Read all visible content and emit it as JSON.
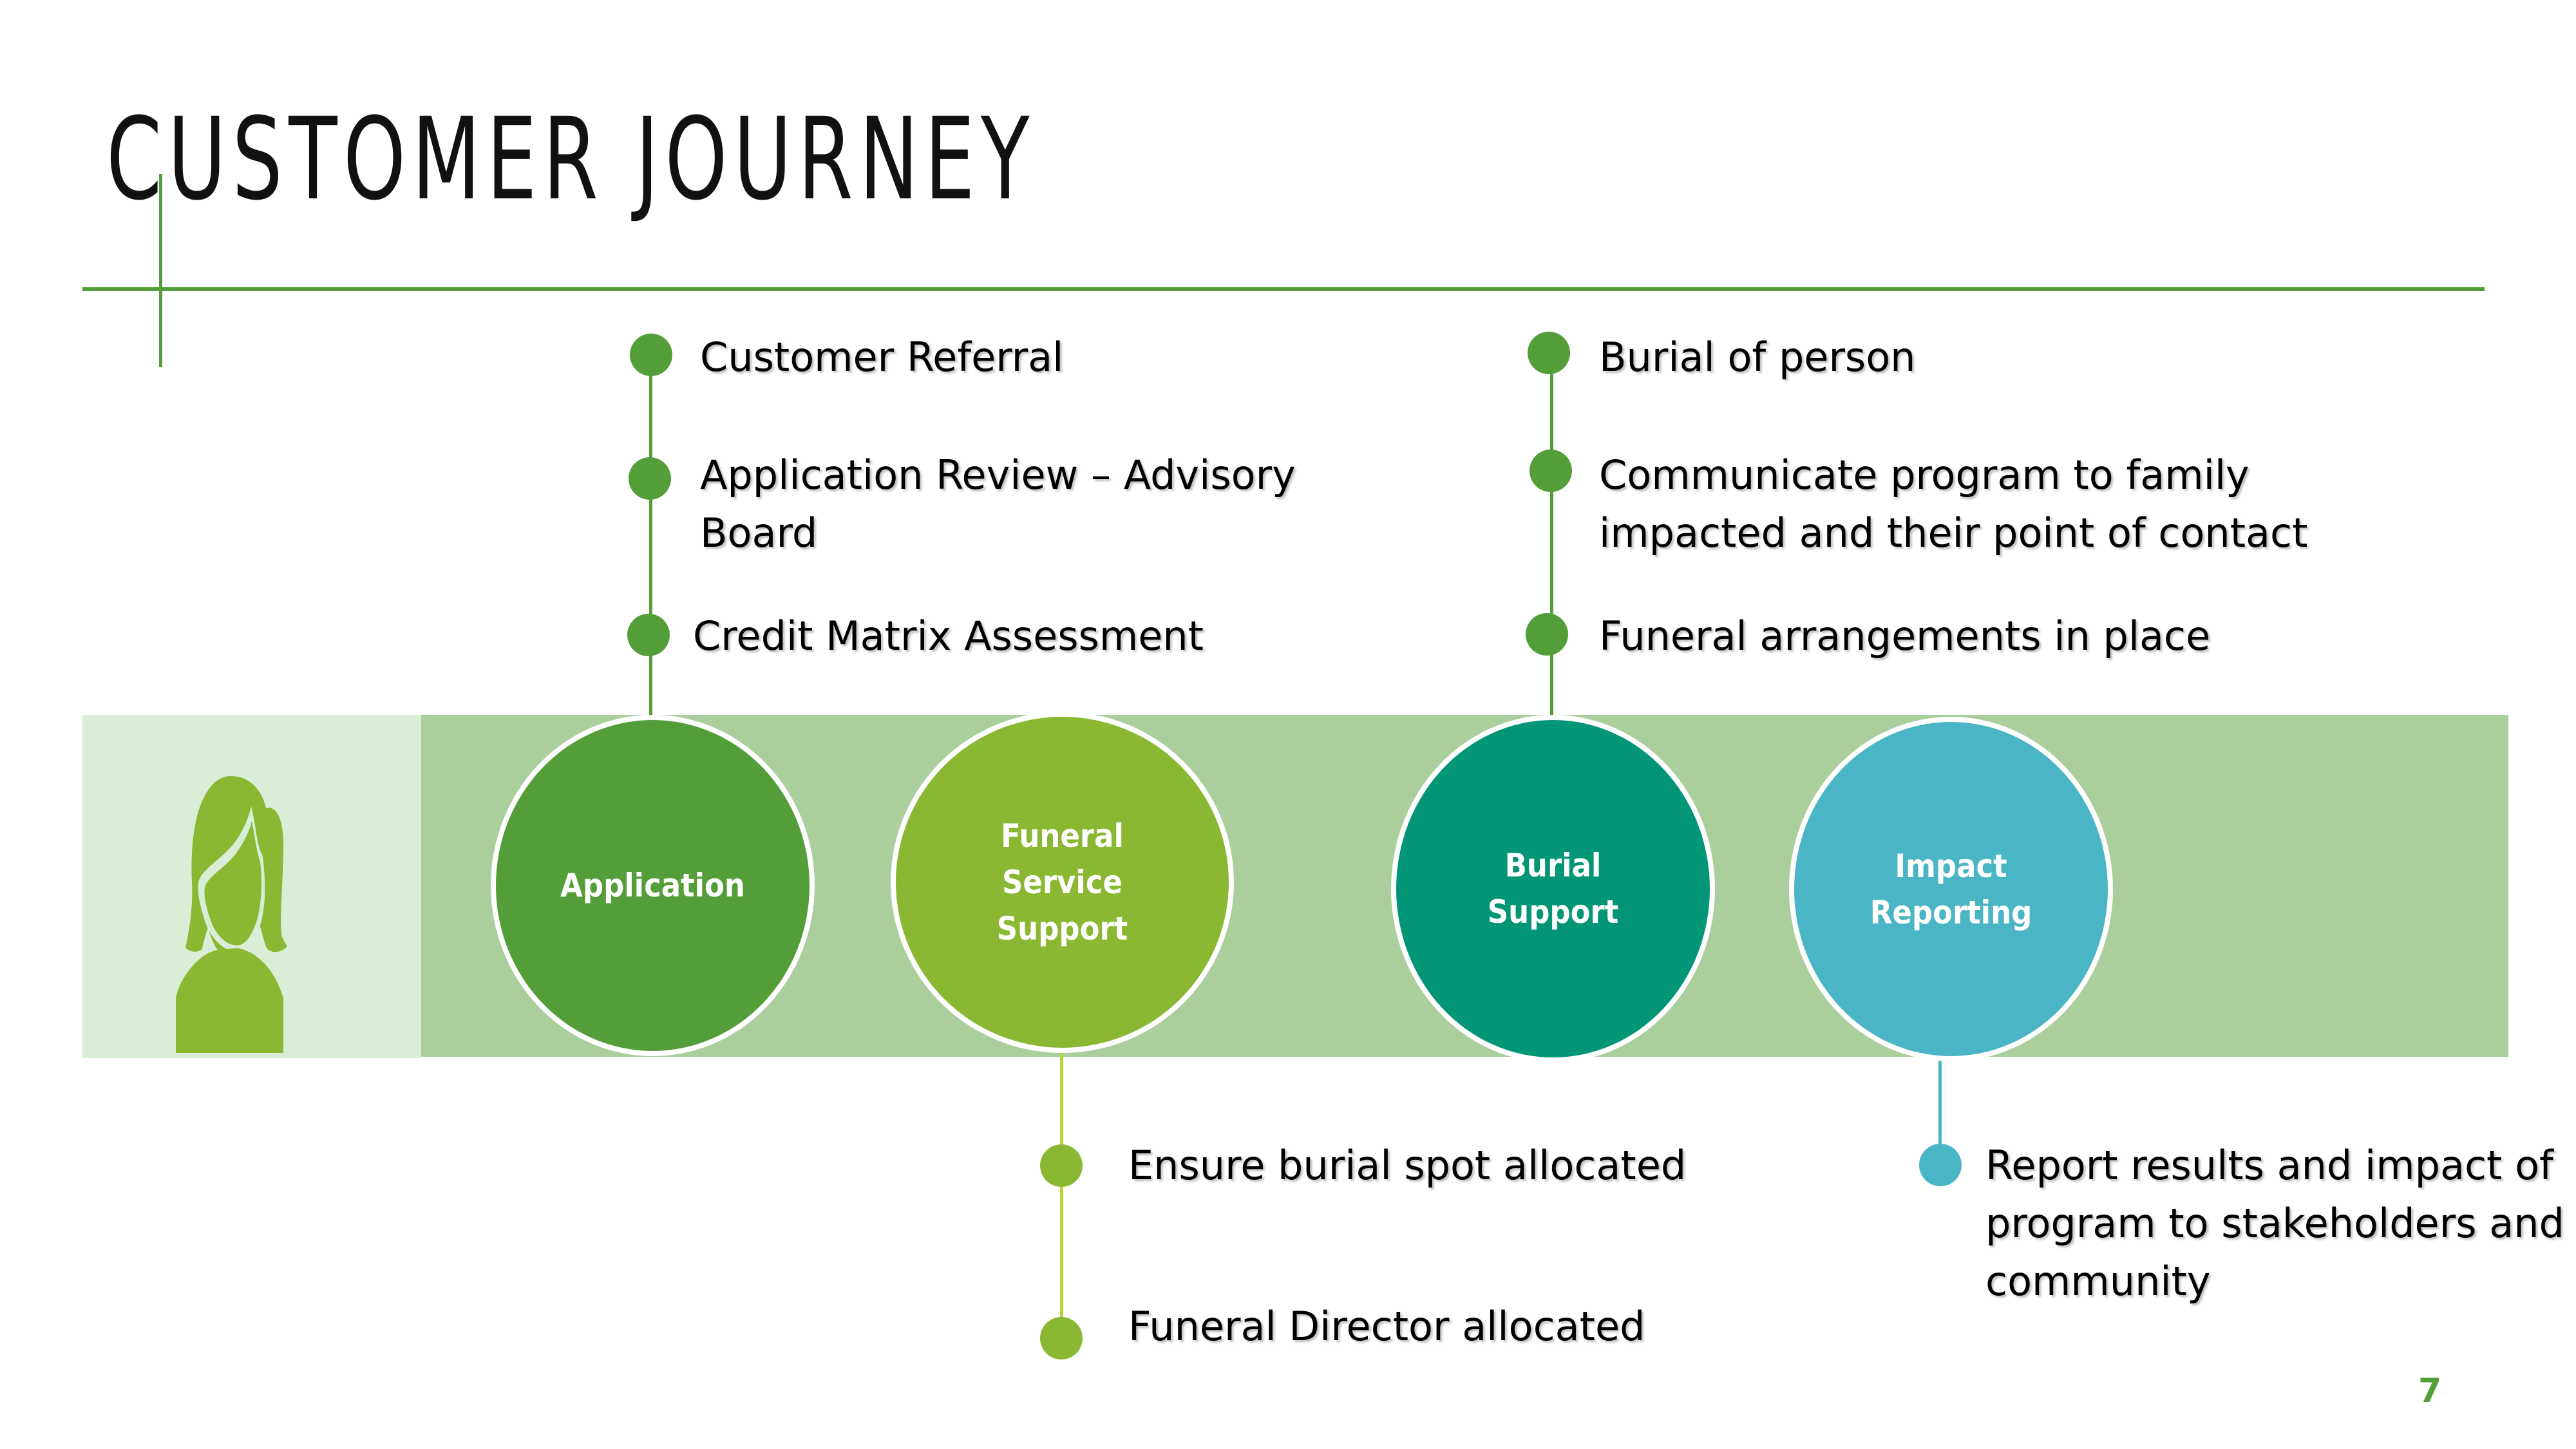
{
  "slide": {
    "title": "CUSTOMER JOURNEY",
    "page_number": "7",
    "persona_icon": "female-user-icon"
  },
  "colors": {
    "accent_green": "#549E39",
    "lime": "#8AB833",
    "teal": "#029676",
    "aqua": "#4AB5C4",
    "band": "#ABCE9D",
    "band_light": "#DAEED7"
  },
  "stages": [
    {
      "label": "Application",
      "color": "#549E39",
      "steps": [
        "Customer Referral",
        "Application Review – Advisory Board",
        "Credit Matrix Assessment"
      ],
      "step_position": "above"
    },
    {
      "label": "Funeral Service Support",
      "color": "#8AB833",
      "steps": [
        "Ensure burial spot allocated",
        "Funeral Director allocated"
      ],
      "step_position": "below"
    },
    {
      "label": "Burial Support",
      "color": "#029676",
      "steps": [
        "Burial of person",
        "Communicate program to family impacted and their point of contact",
        "Funeral arrangements in place"
      ],
      "step_position": "above"
    },
    {
      "label": "Impact Reporting",
      "color": "#4AB5C4",
      "steps": [
        "Report results and impact of program to stakeholders and community"
      ],
      "step_position": "below"
    }
  ],
  "display": {
    "stage_labels": [
      "Application",
      "Funeral\nService\nSupport",
      "Burial\nSupport",
      "Impact\nReporting"
    ],
    "application_steps": [
      "Customer Referral",
      "Application Review – Advisory\nBoard",
      "Credit Matrix Assessment"
    ],
    "funeral_steps": [
      "Ensure burial spot allocated",
      "Funeral Director allocated"
    ],
    "burial_steps": [
      "Burial of person",
      "Communicate program to family\nimpacted and their point of contact",
      "Funeral arrangements in place"
    ],
    "impact_steps": [
      "Report results and impact of\nprogram to stakeholders and\ncommunity"
    ]
  }
}
